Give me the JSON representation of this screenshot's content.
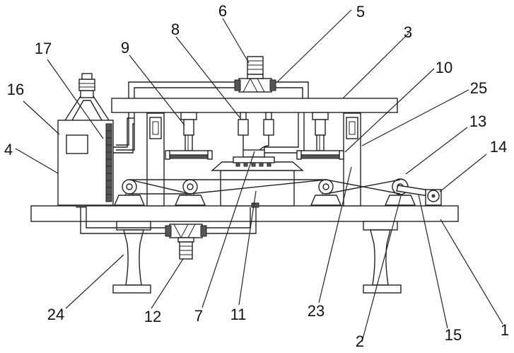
{
  "labels": {
    "l1": "1",
    "l2": "2",
    "l3": "3",
    "l4": "4",
    "l5": "5",
    "l6": "6",
    "l7": "7",
    "l8": "8",
    "l9": "9",
    "l10": "10",
    "l11": "11",
    "l12": "12",
    "l13": "13",
    "l14": "14",
    "l15": "15",
    "l16": "16",
    "l17": "17",
    "l23": "23",
    "l24": "24",
    "l25": "25"
  },
  "colors": {
    "line": "#222222",
    "background": "#ffffff"
  }
}
